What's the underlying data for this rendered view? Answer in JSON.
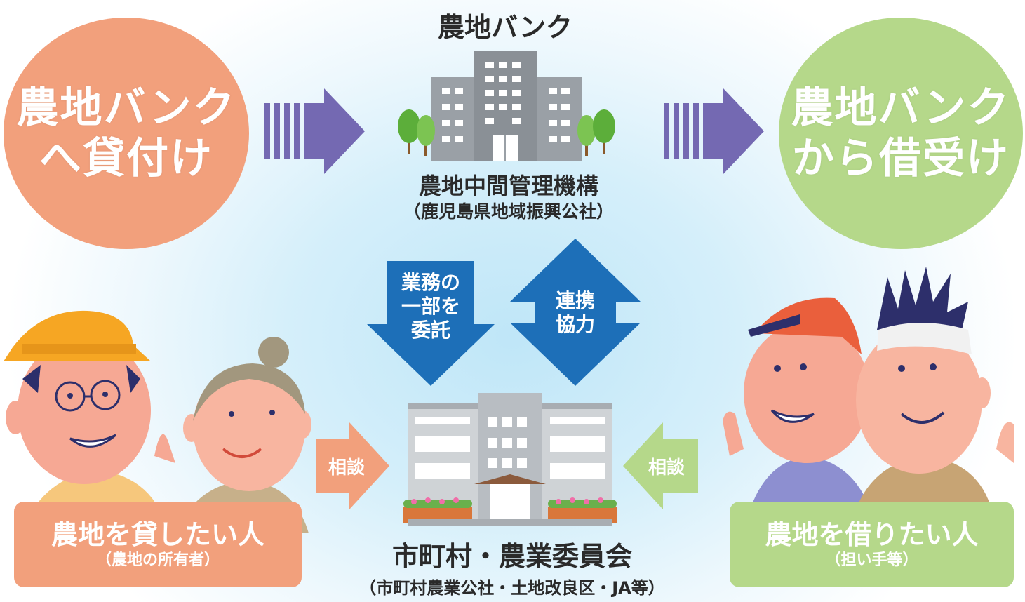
{
  "top_title": "農地バンク",
  "left_circle": {
    "line1": "農地バンク",
    "line2": "へ貸付け",
    "color": "#f2a07c"
  },
  "right_circle": {
    "line1": "農地バンク",
    "line2": "から借受け",
    "color": "#b5d88a"
  },
  "center_org": {
    "name": "農地中間管理機構",
    "sub": "（鹿児島県地域振興公社）"
  },
  "down_arrow": {
    "line1": "業務の",
    "line2": "一部を",
    "line3": "委託",
    "color": "#1d6fb8"
  },
  "both_arrow": {
    "line1": "連携",
    "line2": "協力",
    "color": "#1d6fb8"
  },
  "left_consult": {
    "label": "相談",
    "color": "#f2a07c"
  },
  "right_consult": {
    "label": "相談",
    "color": "#b5d88a"
  },
  "lender_box": {
    "main": "農地を貸したい人",
    "sub": "（農地の所有者）",
    "color": "#f2a07c"
  },
  "borrower_box": {
    "main": "農地を借りたい人",
    "sub": "（担い手等）",
    "color": "#b5d88a"
  },
  "bottom_org": {
    "name": "市町村・農業委員会",
    "sub": "（市町村農業公社・土地改良区・JA等）"
  },
  "flow_arrow_color": "#7469b2"
}
